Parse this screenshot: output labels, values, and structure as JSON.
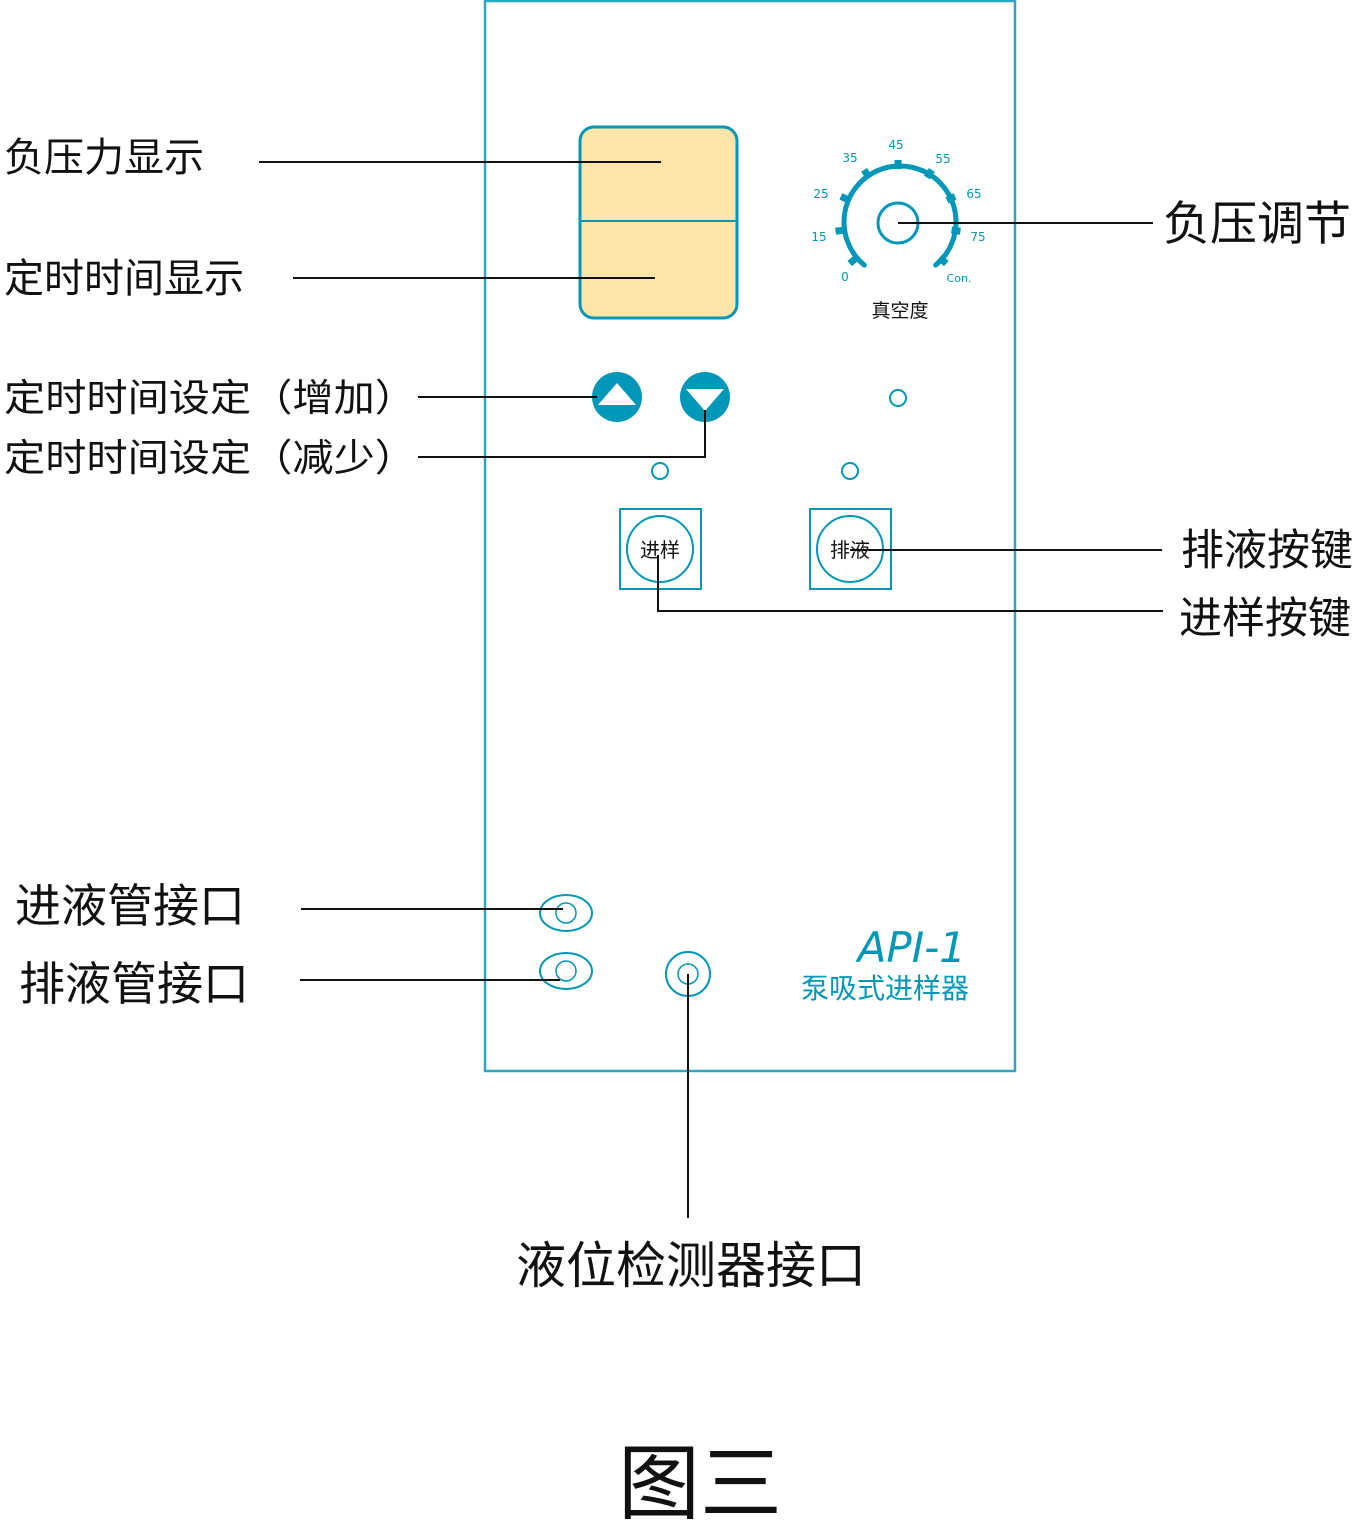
{
  "colors": {
    "accent": "#0097b8",
    "display_fill": "#fde4a8",
    "line": "#111111",
    "panel_border": "#2aa7c3"
  },
  "panel": {
    "model": "API-1",
    "product_name": "泵吸式进样器",
    "dial_label": "真空度",
    "dial_ticks": [
      "0",
      "15",
      "25",
      "35",
      "45",
      "55",
      "65",
      "75",
      "Con."
    ],
    "button_sample": "进样",
    "button_drain": "排液"
  },
  "callouts": {
    "pressure_display": "负压力显示",
    "timer_display": "定时时间显示",
    "time_up": "定时时间设定（增加）",
    "time_down": "定时时间设定（减少）",
    "inlet_port": "进液管接口",
    "drain_port": "排液管接口",
    "level_port": "液位检测器接口",
    "pressure_adjust": "负压调节",
    "drain_key": "排液按键",
    "sample_key": "进样按键"
  },
  "figure_label": "图三"
}
